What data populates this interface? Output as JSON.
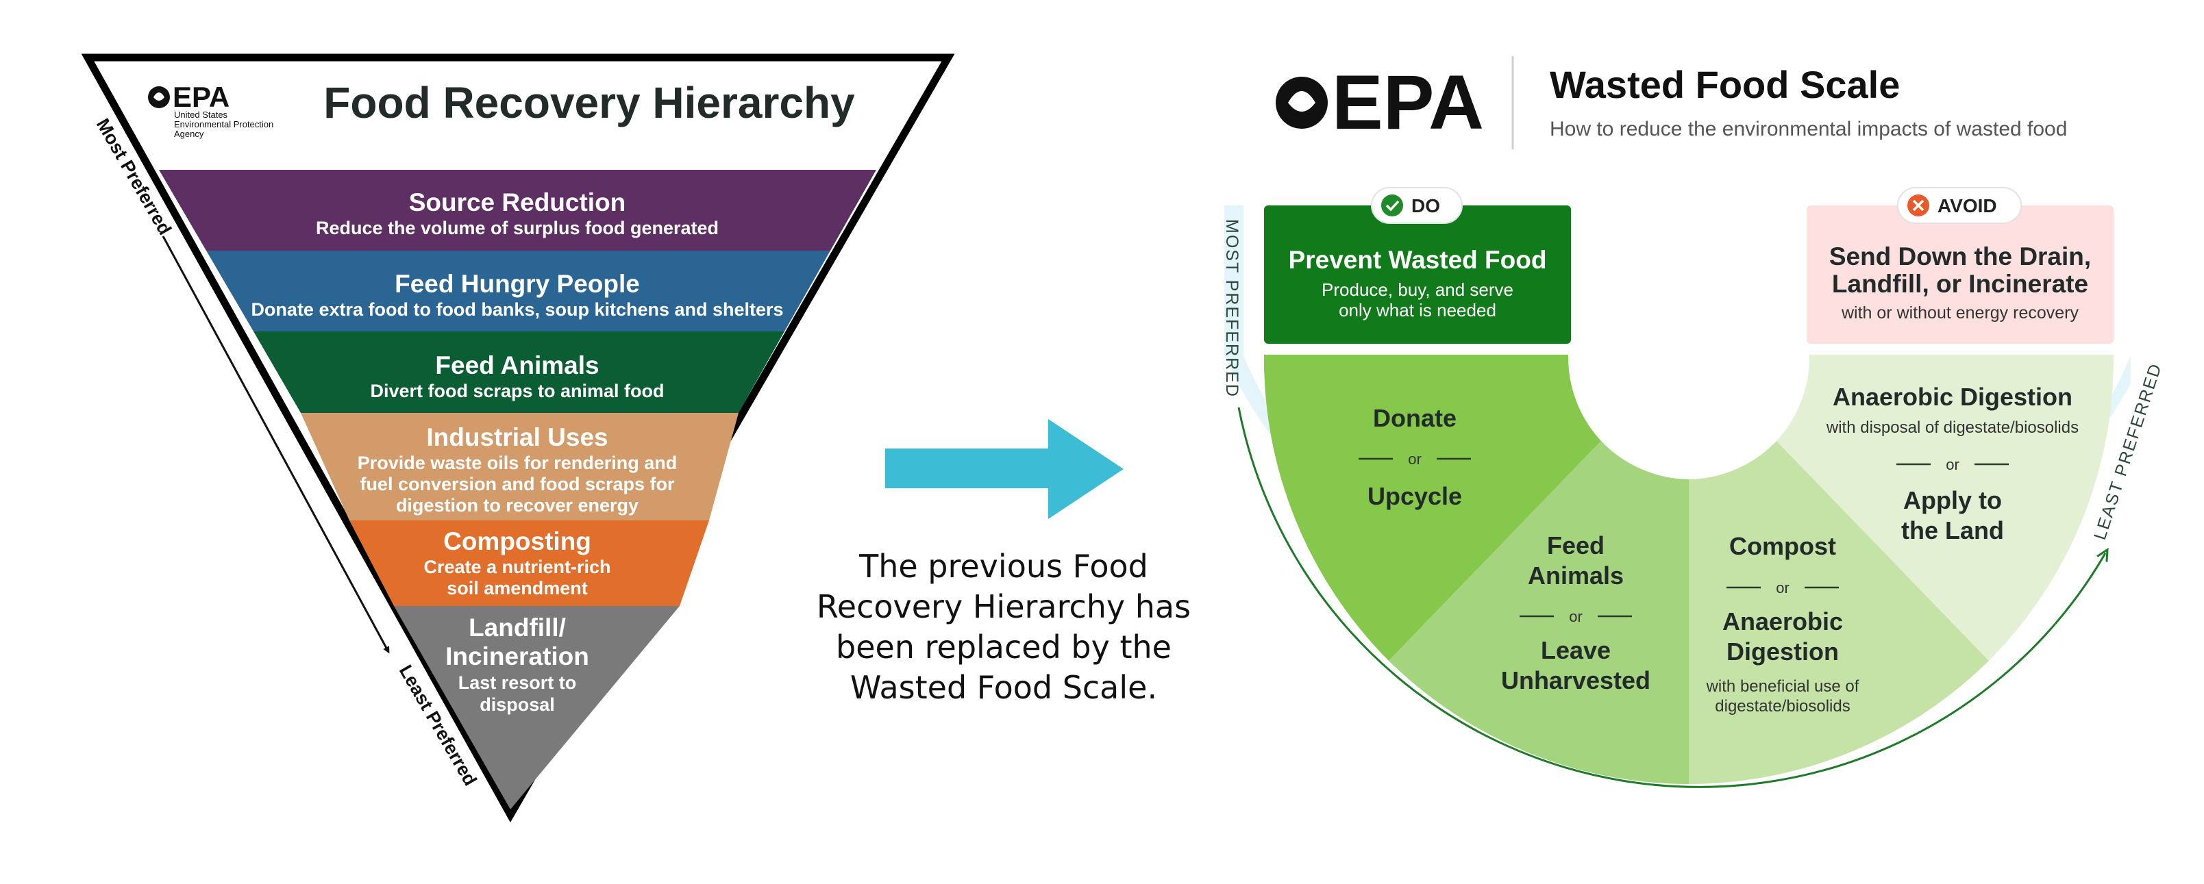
{
  "left": {
    "logo_text": "EPA",
    "agency": [
      "United States",
      "Environmental Protection",
      "Agency"
    ],
    "title": "Food Recovery Hierarchy",
    "most_label": "Most Preferred",
    "least_label": "Least Preferred",
    "tiers": [
      {
        "title": "Source Reduction",
        "lines": [
          "Reduce the volume of surplus food generated"
        ],
        "color": "#5e2f63"
      },
      {
        "title": "Feed Hungry People",
        "lines": [
          "Donate extra food to food banks, soup kitchens and shelters"
        ],
        "color": "#2b6593"
      },
      {
        "title": "Feed Animals",
        "lines": [
          "Divert food scraps to animal food"
        ],
        "color": "#0b5d34"
      },
      {
        "title": "Industrial Uses",
        "lines": [
          "Provide waste oils for rendering and",
          "fuel conversion and food scraps for",
          "digestion to recover energy"
        ],
        "color": "#d39b6a"
      },
      {
        "title": "Composting",
        "lines": [
          "Create a nutrient-rich",
          "soil amendment"
        ],
        "color": "#e16f2b"
      },
      {
        "title_lines": [
          "Landfill/",
          "Incineration"
        ],
        "lines": [
          "Last resort to",
          "disposal"
        ],
        "color": "#7a7a7a"
      }
    ]
  },
  "middle": {
    "caption": [
      "The previous Food",
      "Recovery Hierarchy has",
      "been replaced by the",
      "Wasted Food Scale."
    ],
    "arrow_color": "#3dbcd6"
  },
  "right": {
    "logo_text": "EPA",
    "title": "Wasted Food Scale",
    "subtitle": "How to reduce the environmental impacts of wasted food",
    "do_label": "DO",
    "avoid_label": "AVOID",
    "most_label": "MOST PREFERRED",
    "least_label": "LEAST PREFERRED",
    "or_label": "or",
    "prevent": {
      "title": "Prevent Wasted Food",
      "lines": [
        "Produce, buy, and serve",
        "only what is needed"
      ]
    },
    "send": {
      "title_lines": [
        "Send Down the Drain,",
        "Landfill, or Incinerate"
      ],
      "sub": "with or without energy recovery"
    },
    "donate": {
      "a": "Donate",
      "b": "Upcycle"
    },
    "feed": {
      "a_lines": [
        "Feed",
        "Animals"
      ],
      "b_lines": [
        "Leave",
        "Unharvested"
      ]
    },
    "compost": {
      "a": "Compost",
      "b_lines": [
        "Anaerobic",
        "Digestion"
      ],
      "sub_lines": [
        "with beneficial use of",
        "digestate/biosolids"
      ]
    },
    "anaerobic": {
      "a": "Anaerobic Digestion",
      "sub": "with disposal of digestate/biosolids",
      "b_lines": [
        "Apply to",
        "the Land"
      ]
    },
    "colors": {
      "dark_green": "#117a1a",
      "green1": "#86c84b",
      "green2": "#a5d47f",
      "green3": "#c6e3a7",
      "green4": "#e3f0d4",
      "pink": "#fde0df",
      "avoid_red": "#e85a2a"
    }
  }
}
